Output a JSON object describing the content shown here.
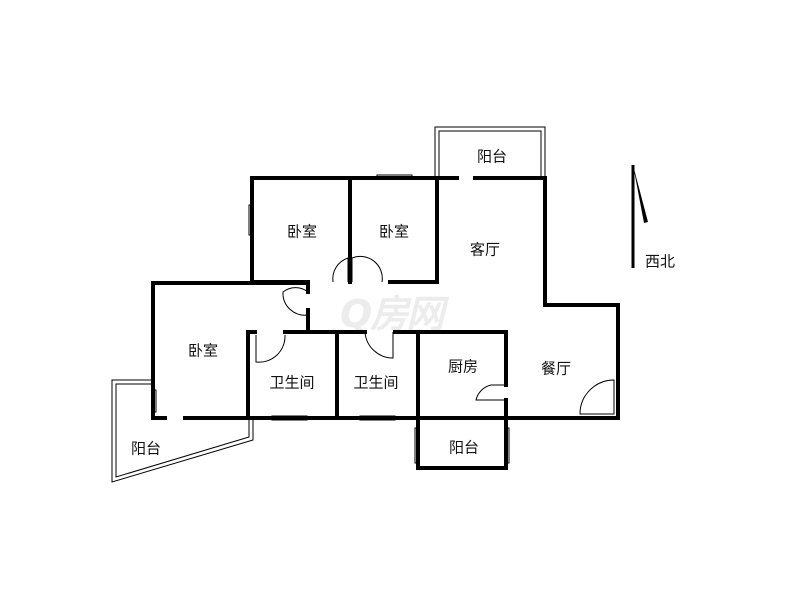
{
  "rooms": {
    "bedroom_1": "卧室",
    "bedroom_2": "卧室",
    "bedroom_3": "卧室",
    "living_room": "客厅",
    "dining_room": "餐厅",
    "kitchen": "厨房",
    "bathroom_1": "卫生间",
    "bathroom_2": "卫生间",
    "balcony_top": "阳台",
    "balcony_left": "阳台",
    "balcony_bottom": "阳台"
  },
  "compass": {
    "label": "西北"
  },
  "watermark": "Q房网"
}
